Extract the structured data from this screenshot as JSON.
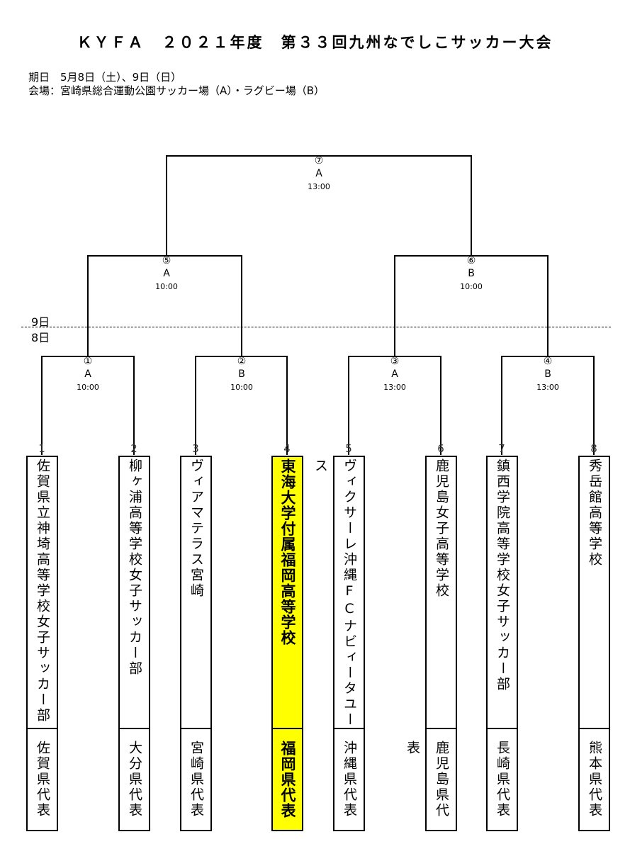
{
  "title": "ＫＹＦＡ　２０２１年度　第３３回九州なでしこサッカー大会",
  "date_line": "期日　5月8日（土）、9日（日）",
  "venue_line": "会場：宮崎県総合運動公園サッカー場（A）・ラグビー場（B）",
  "day_labels": {
    "upper": "9日",
    "lower": "8日"
  },
  "highlight_color": "#ffff00",
  "matches": [
    {
      "no": "①",
      "field": "A",
      "time": "10:00"
    },
    {
      "no": "②",
      "field": "B",
      "time": "10:00"
    },
    {
      "no": "③",
      "field": "A",
      "time": "13:00"
    },
    {
      "no": "④",
      "field": "B",
      "time": "13:00"
    },
    {
      "no": "⑤",
      "field": "A",
      "time": "10:00"
    },
    {
      "no": "⑥",
      "field": "B",
      "time": "10:00"
    },
    {
      "no": "⑦",
      "field": "A",
      "time": "13:00"
    }
  ],
  "teams": [
    {
      "seed": "1",
      "name": "佐賀県立神埼高等学校女子サッカー部",
      "pref": "佐賀県代表"
    },
    {
      "seed": "2",
      "name": "柳ヶ浦高等学校女子サッカー部",
      "pref": "大分県代表"
    },
    {
      "seed": "3",
      "name": "ヴィアマテラス宮崎",
      "pref": "宮崎県代表"
    },
    {
      "seed": "4",
      "name": "東海大学付属福岡高等学校",
      "pref": "福岡県代表",
      "highlight": true
    },
    {
      "seed": "5",
      "name": "ヴィクサーレ沖縄FCナビィータユース",
      "pref": "沖縄県代表"
    },
    {
      "seed": "6",
      "name": "鹿児島女子高等学校",
      "pref": "鹿児島県代表"
    },
    {
      "seed": "7",
      "name": "鎮西学院高等学校女子サッカー部",
      "pref": "長崎県代表"
    },
    {
      "seed": "8",
      "name": "秀岳館高等学校",
      "pref": "熊本県代表"
    }
  ]
}
